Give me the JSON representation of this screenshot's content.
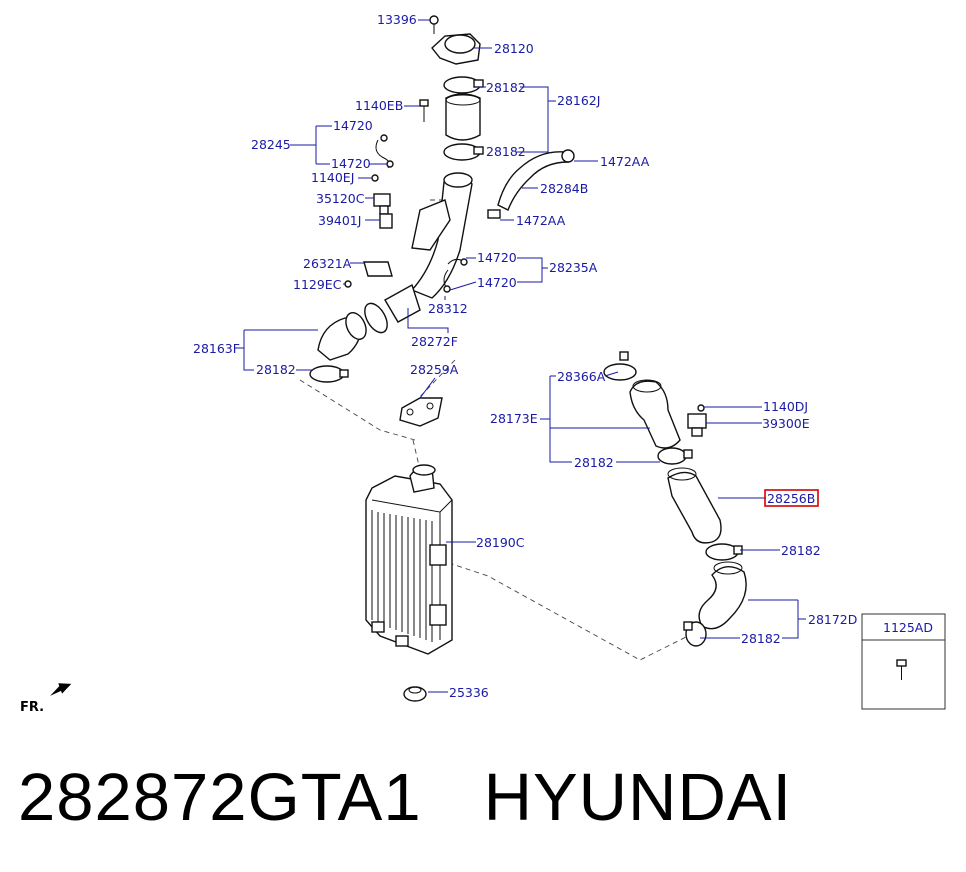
{
  "labels": {
    "p13396": "13396",
    "p28120": "28120",
    "p28182_a": "28182",
    "p28162J": "28162J",
    "p1140EB": "1140EB",
    "p14720_a": "14720",
    "p28245": "28245",
    "p28182_b": "28182",
    "p1472AA_a": "1472AA",
    "p14720_b": "14720",
    "p1140EJ": "1140EJ",
    "p28284B": "28284B",
    "p35120C": "35120C",
    "p1472AA_b": "1472AA",
    "p39401J": "39401J",
    "p14720_c": "14720",
    "p26321A": "26321A",
    "p28235A": "28235A",
    "p1129EC": "1129EC",
    "p14720_d": "14720",
    "p28312": "28312",
    "p28272F": "28272F",
    "p28163F": "28163F",
    "p28182_c": "28182",
    "p28259A": "28259A",
    "p28366A": "28366A",
    "p1140DJ": "1140DJ",
    "p28173E": "28173E",
    "p39300E": "39300E",
    "p28182_d": "28182",
    "p28256B": "28256B",
    "p28190C": "28190C",
    "p28182_e": "28182",
    "p28172D": "28172D",
    "p28182_f": "28182",
    "p1125AD": "1125AD",
    "p25336": "25336",
    "fr": "FR."
  },
  "highlighted_part": "28256B",
  "highlight_color": "#d40000",
  "label_color": "#1a1aa6",
  "caption": {
    "part_number": "282872GTA1",
    "brand": "HYUNDAI"
  }
}
